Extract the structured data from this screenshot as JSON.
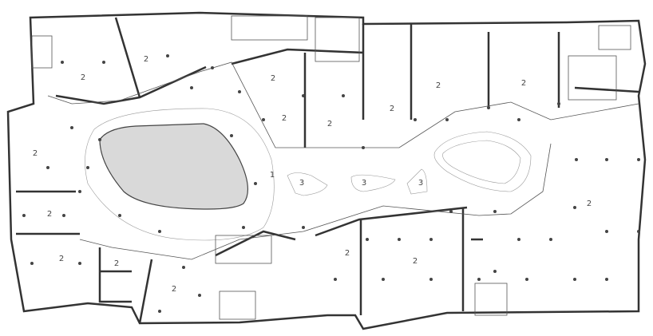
{
  "title": "Floor plan",
  "colors": {
    "wall": "#333333",
    "void": "#d9d9d9",
    "column": "#444444"
  },
  "labels": {
    "zone_1": "1",
    "zone_3": [
      "3",
      "3",
      "3"
    ],
    "zone_2": [
      "2",
      "2",
      "2",
      "2",
      "2",
      "2",
      "2",
      "2",
      "2",
      "2",
      "2",
      "2",
      "2",
      "2",
      "2",
      "2"
    ]
  }
}
